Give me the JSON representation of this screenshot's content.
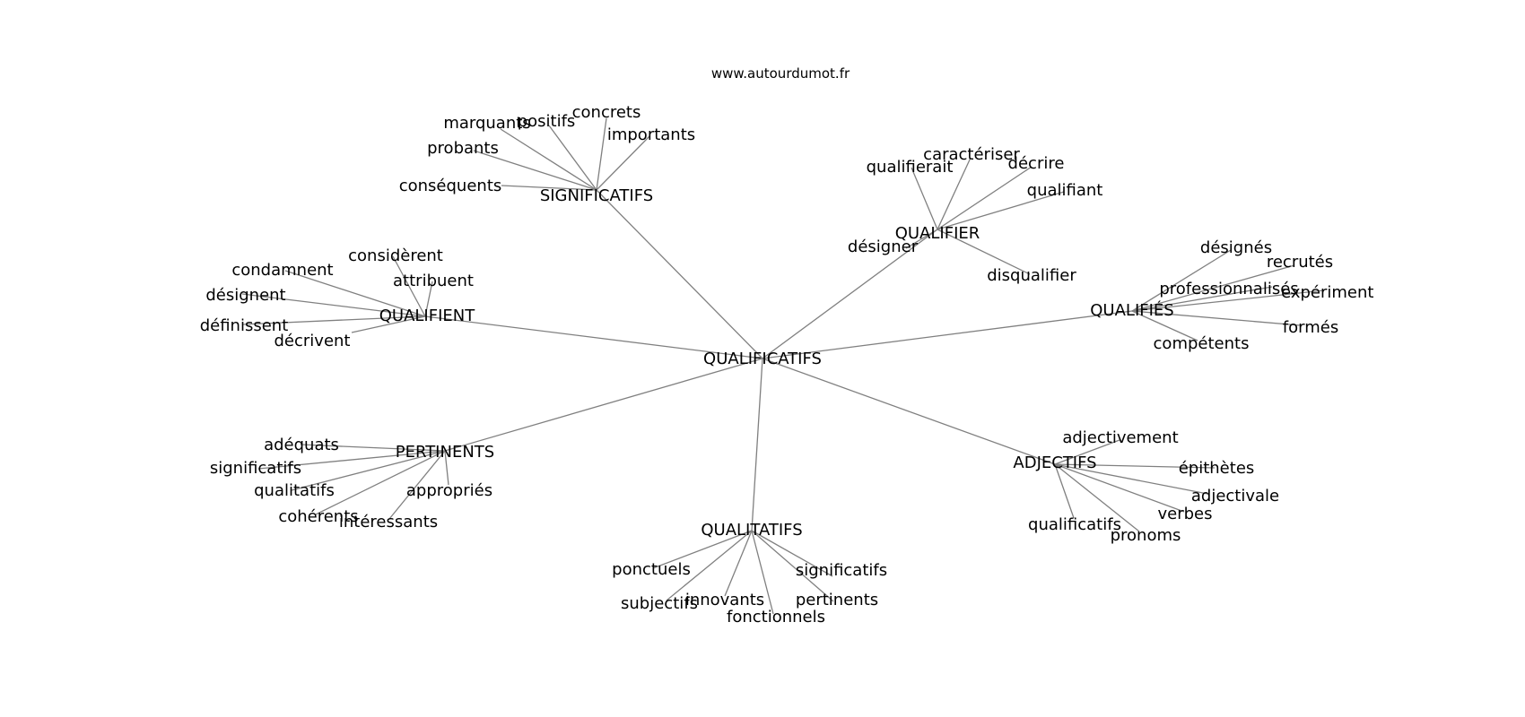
{
  "header": {
    "site": "www.autourdumot.fr"
  },
  "graph": {
    "center": "QUALIFICATIFS",
    "branches": [
      {
        "label": "SIGNIFICATIFS",
        "leaves": [
          "marquants",
          "positifs",
          "concrets",
          "importants",
          "probants",
          "conséquents"
        ]
      },
      {
        "label": "QUALIFIER",
        "leaves": [
          "caractériser",
          "qualifierait",
          "décrire",
          "qualifiant",
          "désigner",
          "disqualifier"
        ]
      },
      {
        "label": "QUALIFIENT",
        "leaves": [
          "considèrent",
          "condamnent",
          "attribuent",
          "désignent",
          "définissent",
          "décrivent"
        ]
      },
      {
        "label": "QUALIFIÉS",
        "leaves": [
          "désignés",
          "recrutés",
          "professionnalisés",
          "expérimentés",
          "formés",
          "compétents"
        ]
      },
      {
        "label": "PERTINENTS",
        "leaves": [
          "adéquats",
          "significatifs",
          "qualitatifs",
          "appropriés",
          "cohérents",
          "intéressants"
        ]
      },
      {
        "label": "ADJECTIFS",
        "leaves": [
          "adjectivement",
          "épithètes",
          "adjectivale",
          "verbes",
          "qualificatifs",
          "pronoms"
        ]
      },
      {
        "label": "QUALITATIFS",
        "leaves": [
          "ponctuels",
          "significatifs",
          "subjectifs",
          "innovants",
          "pertinents",
          "fonctionnels"
        ]
      }
    ]
  }
}
